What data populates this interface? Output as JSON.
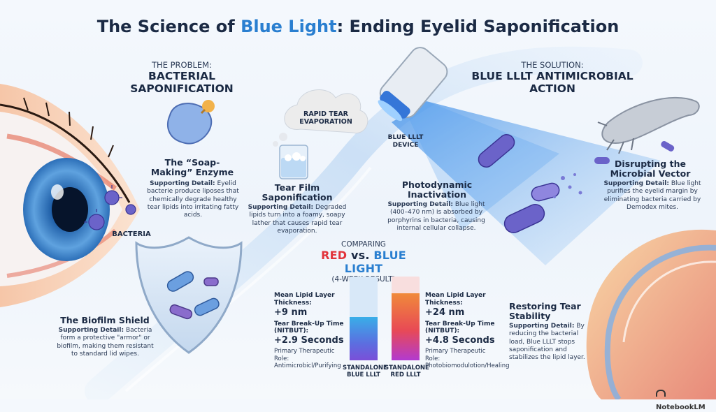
{
  "title": {
    "part1": "The Science of ",
    "accent": "Blue Light",
    "part2": ": Ending Eyelid Saponification"
  },
  "problem": {
    "pre": "THE PROBLEM:",
    "heading": "BACTERIAL SAPONIFICATION"
  },
  "solution": {
    "pre": "THE SOLUTION:",
    "heading": "BLUE LLLT ANTIMICROBIAL ACTION"
  },
  "enzyme": {
    "title": "The “Soap-Making” Enzyme",
    "detail_label": "Supporting Detail:",
    "detail": "Eyelid bacterie produce liposes that chemically degrade healthy tear lipids into irritating fatty acids."
  },
  "evaporation_label": "RAPID TEAR EVAPORATION",
  "tear_film": {
    "title": "Tear Film Saponification",
    "detail_label": "Supporting Detail:",
    "detail": "Degraded lipids turn into a foamy, soapy lather that causes rapid tear evaporation."
  },
  "bacteria_label": "BACTERIA",
  "biofilm": {
    "title": "The Biofilm Shield",
    "detail_label": "Supporting Detail:",
    "detail": "Bacteria form a protective \"armor\" or biofilm, making them resistant to standard lid wipes."
  },
  "device_label": "BLUE LLLT DEVICE",
  "photodynamic": {
    "title": "Photodynamic Inactivation",
    "detail_label": "Supporting Detail:",
    "detail": "Blue light (400–470 nm) is absorbed by porphyrins in bacteria, causing internal cellular collapse."
  },
  "microbial": {
    "title": "Disrupting the Microbial Vector",
    "detail_label": "Supporting Detail:",
    "detail": "Blue light purifies the eyelid margin by eliminating bacteria carried by Demodex mites."
  },
  "restoring": {
    "title": "Restoring Tear Stability",
    "detail_label": "Supporting Detail:",
    "detail": "By reducing the bacterial load, Blue LLLT stops saponification and stabilizes the lipid layer."
  },
  "comparison": {
    "pre": "COMPARING",
    "red": "RED",
    "vs": " vs. ",
    "blue": "BLUE LIGHT",
    "sub": "(4-WEEK RESULT)",
    "blue_col": {
      "lipid_label": "Mean Lipid Layer Thickness:",
      "lipid_value": "+9 nm",
      "tbut_label": "Tear Break-Up Time (NITBUT):",
      "tbut_value": "+2.9 Seconds",
      "role": "Primary Therapeutic Role: Antimicrobicl/Purifying",
      "bar_label": "STANDALONE BLUE LLLT",
      "fill_fraction": 0.52
    },
    "red_col": {
      "lipid_label": "Mean Lipid Layer Thickness:",
      "lipid_value": "+24 nm",
      "tbut_label": "Tear Break-Up Time (NITBUT):",
      "tbut_value": "+4.8 Seconds",
      "role": "Primary Therapeutic Role: Photobiomodulotion/Healing",
      "bar_label": "STANDALONE RED LLLT",
      "fill_fraction": 0.8
    }
  },
  "brand": "NotebookLM",
  "colors": {
    "accent_blue": "#2a7fd0",
    "accent_red": "#e2333b",
    "navy": "#1b2a44"
  }
}
